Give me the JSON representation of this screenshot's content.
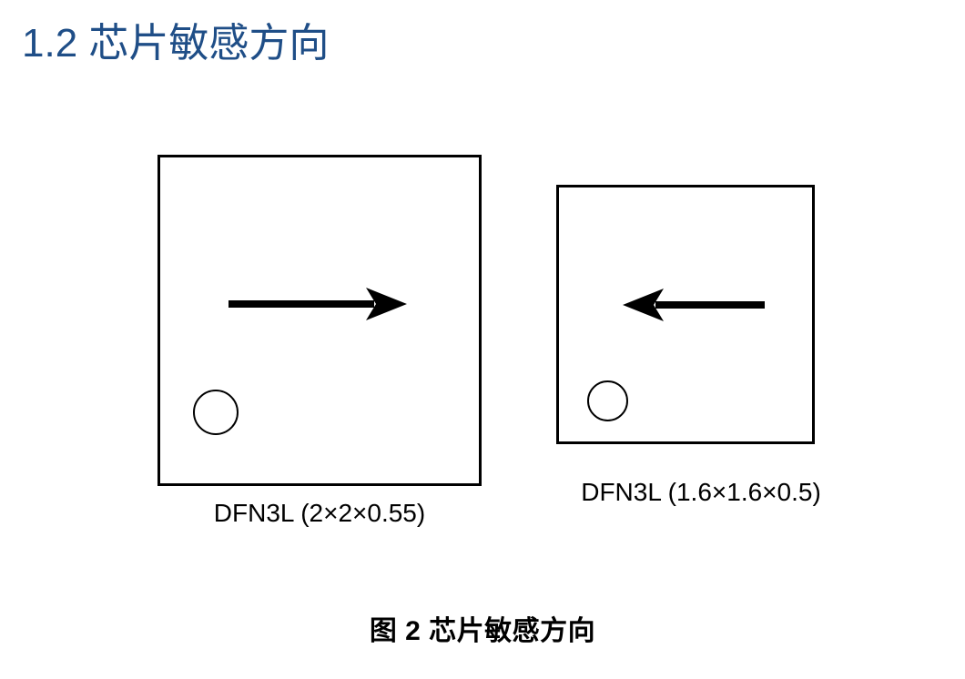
{
  "slide": {
    "title": "1.2 芯片敏感方向",
    "title_color": "#1f4e87",
    "background_color": "#ffffff",
    "line_color": "#000000"
  },
  "packages": [
    {
      "id": "pkg-large",
      "label": "DFN3L (2×2×0.55)",
      "arrow_direction": "right",
      "arrow_name": "sensitive-direction-arrow-right",
      "pin1_marker": "circle",
      "pin1_position": "bottom-left"
    },
    {
      "id": "pkg-small",
      "label": "DFN3L (1.6×1.6×0.5)",
      "arrow_direction": "left",
      "arrow_name": "sensitive-direction-arrow-left",
      "pin1_marker": "circle",
      "pin1_position": "bottom-left"
    }
  ],
  "caption": {
    "text": "图 2 芯片敏感方向"
  }
}
